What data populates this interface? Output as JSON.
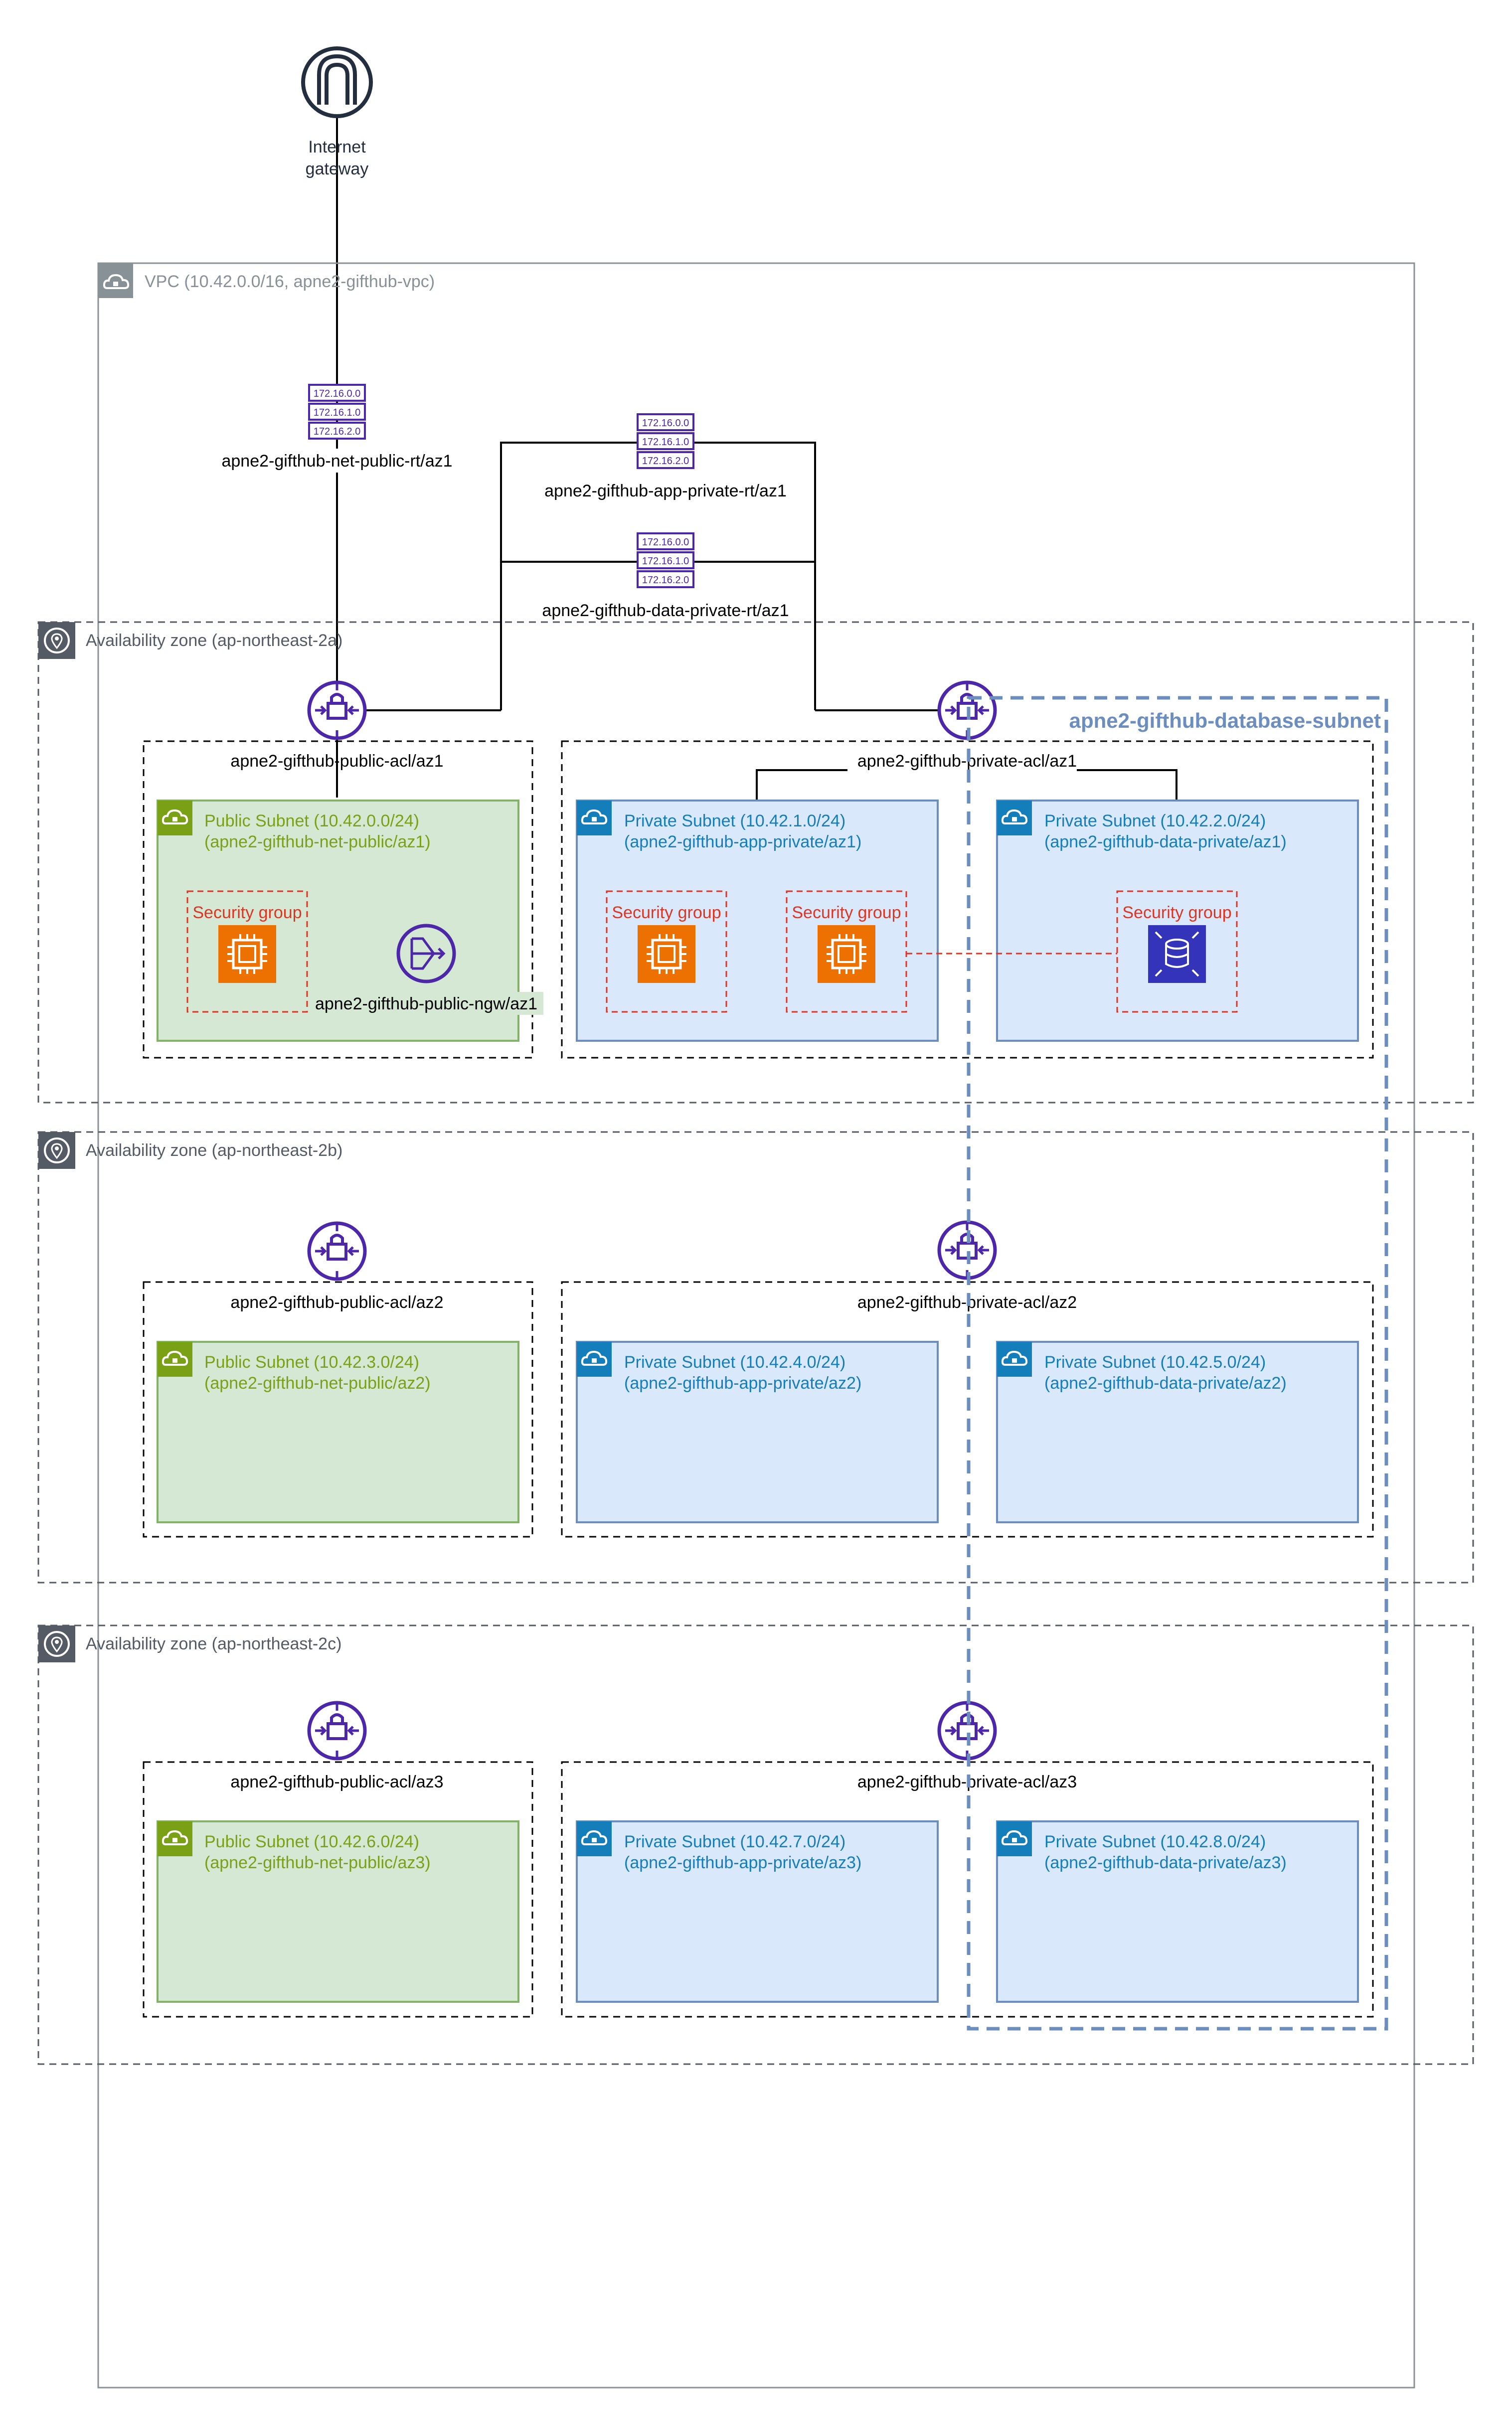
{
  "internet_gateway": {
    "label_line1": "Internet",
    "label_line2": "gateway"
  },
  "vpc": {
    "label": "VPC (10.42.0.0/16, apne2-gifthub-vpc)"
  },
  "route_tables": {
    "public": {
      "name": "apne2-gifthub-net-public-rt/az1",
      "rows": [
        "172.16.0.0",
        "172.16.1.0",
        "172.16.2.0"
      ]
    },
    "app_private": {
      "name": "apne2-gifthub-app-private-rt/az1",
      "rows": [
        "172.16.0.0",
        "172.16.1.0",
        "172.16.2.0"
      ]
    },
    "data_private": {
      "name": "apne2-gifthub-data-private-rt/az1",
      "rows": [
        "172.16.0.0",
        "172.16.1.0",
        "172.16.2.0"
      ]
    }
  },
  "database_subnet_group": {
    "label": "apne2-gifthub-database-subnet"
  },
  "security_group_label": "Security group",
  "nat_gateway": {
    "label": "apne2-gifthub-public-ngw/az1"
  },
  "zones": [
    {
      "label": "Availability zone (ap-northeast-2a)",
      "public_acl": "apne2-gifthub-public-acl/az1",
      "private_acl": "apne2-gifthub-private-acl/az1",
      "public_subnet": {
        "line1": "Public Subnet (10.42.0.0/24)",
        "line2": "(apne2-gifthub-net-public/az1)"
      },
      "app_subnet": {
        "line1": "Private Subnet (10.42.1.0/24)",
        "line2": "(apne2-gifthub-app-private/az1)"
      },
      "data_subnet": {
        "line1": "Private Subnet (10.42.2.0/24)",
        "line2": "(apne2-gifthub-data-private/az1)"
      }
    },
    {
      "label": "Availability zone (ap-northeast-2b)",
      "public_acl": "apne2-gifthub-public-acl/az2",
      "private_acl": "apne2-gifthub-private-acl/az2",
      "public_subnet": {
        "line1": "Public Subnet (10.42.3.0/24)",
        "line2": "(apne2-gifthub-net-public/az2)"
      },
      "app_subnet": {
        "line1": "Private Subnet (10.42.4.0/24)",
        "line2": "(apne2-gifthub-app-private/az2)"
      },
      "data_subnet": {
        "line1": "Private Subnet (10.42.5.0/24)",
        "line2": "(apne2-gifthub-data-private/az2)"
      }
    },
    {
      "label": "Availability zone (ap-northeast-2c)",
      "public_acl": "apne2-gifthub-public-acl/az3",
      "private_acl": "apne2-gifthub-private-acl/az3",
      "public_subnet": {
        "line1": "Public Subnet (10.42.6.0/24)",
        "line2": "(apne2-gifthub-net-public/az3)"
      },
      "app_subnet": {
        "line1": "Private Subnet (10.42.7.0/24)",
        "line2": "(apne2-gifthub-app-private/az3)"
      },
      "data_subnet": {
        "line1": "Private Subnet (10.42.8.0/24)",
        "line2": "(apne2-gifthub-data-private/az3)"
      }
    }
  ],
  "colors": {
    "public_subnet_fill": "#d5e8d4",
    "public_subnet_stroke": "#82b366",
    "public_subnet_text": "#7aa116",
    "private_subnet_fill": "#dae8fc",
    "private_subnet_stroke": "#6c8ebf",
    "private_subnet_text": "#147eba",
    "purple": "#4d27aa",
    "security_group": "#dd3522",
    "ec2_orange": "#ed7100",
    "rds_blue": "#3334b9",
    "db_group_blue": "#6c8ebf",
    "az_gray": "#545b64",
    "vpc_gray": "#879196"
  }
}
